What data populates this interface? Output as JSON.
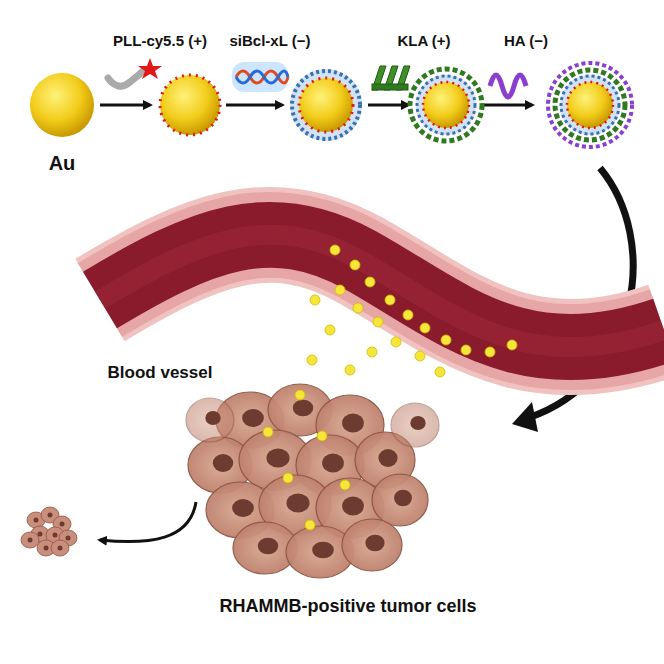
{
  "diagram": {
    "labels": [
      "PLL-cy5.5 (+)",
      "siBcl-xL (−)",
      "KLA (+)",
      "HA (−)",
      "Au",
      "Blood vessel",
      "RHAMMB-positive tumor cells"
    ]
  }
}
